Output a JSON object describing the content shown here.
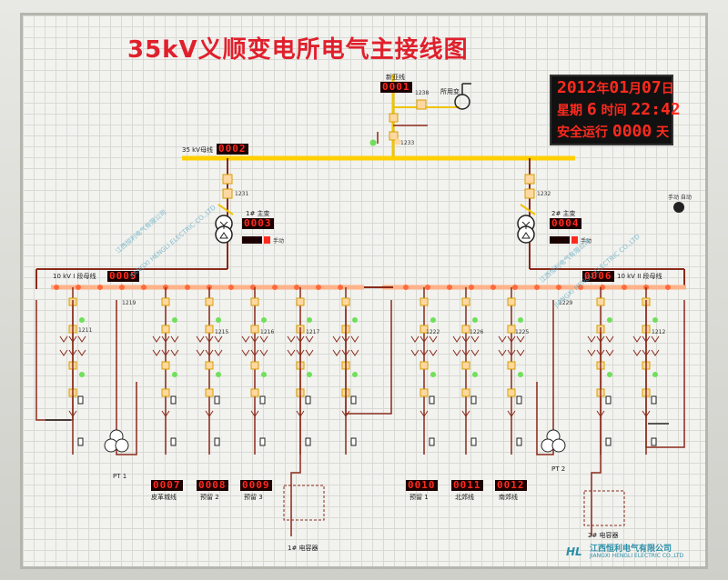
{
  "title": "35kV义顺变电所电气主接线图",
  "top_line": {
    "label": "新亚线",
    "counter": "0001",
    "breaker_1": "1238",
    "breaker_2": "1233",
    "aux_label": "所用变"
  },
  "bus35": {
    "label": "35 kV母线",
    "counter": "0002"
  },
  "transformers": [
    {
      "label": "1# 主变",
      "counter": "0003",
      "breaker": "1231",
      "indicator": "手动"
    },
    {
      "label": "2# 主变",
      "counter": "0004",
      "breaker": "1232",
      "indicator": "手动"
    }
  ],
  "bus10_1": {
    "label": "10 kV I 段母线",
    "counter": "0005"
  },
  "bus10_2": {
    "label": "10 kV II 段母线",
    "counter": "0006"
  },
  "feeder_numbers": [
    "1211",
    "1219",
    "1215",
    "1216",
    "1217",
    "1222",
    "1226",
    "1225",
    "1229",
    "1212"
  ],
  "feeders": [
    {
      "label": "皮革城线",
      "counter": "0007"
    },
    {
      "label": "预留 2",
      "counter": "0008"
    },
    {
      "label": "预留 3",
      "counter": "0009"
    },
    {
      "label": "预留 1",
      "counter": "0010"
    },
    {
      "label": "北郊线",
      "counter": "0011"
    },
    {
      "label": "南郊线",
      "counter": "0012"
    }
  ],
  "pt": [
    "PT 1",
    "PT 2"
  ],
  "capacitors": [
    "1# 电容器",
    "2# 电容器"
  ],
  "clock": {
    "year": "2012",
    "year_unit": "年",
    "month": "01",
    "month_unit": "月",
    "day": "07",
    "day_unit": "日",
    "weekday_label": "星期",
    "weekday": "6",
    "time_label": "时间",
    "time": "22:42",
    "safe_label": "安全运行",
    "safe_days": "0000",
    "days_unit": "天"
  },
  "selector_label": "手动 自动",
  "logo": {
    "brand": "江西恒利电气有限公司",
    "english": "JIANGXI HENGLI ELECTRIC CO.,LTD",
    "mark": "HL"
  },
  "watermark": [
    "江西恒利电气有限公司",
    "JIANGXI HENGLI ELECTRIC CO.,LTD"
  ],
  "colors": {
    "bus_active": "#ffcf00",
    "line": "#8a2a1a",
    "led": "#ff2a1e",
    "lamp_on": "#ffd7a0",
    "lamp_green": "#6fe05a"
  }
}
